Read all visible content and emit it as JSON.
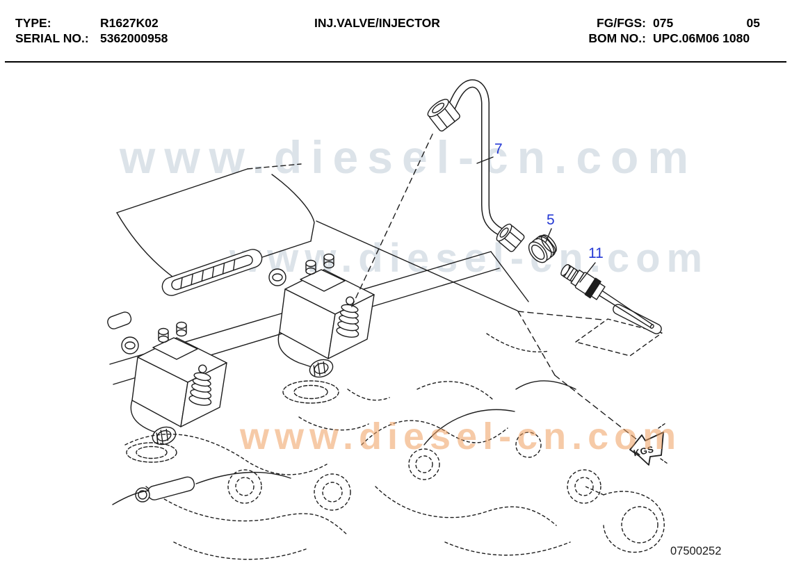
{
  "header": {
    "type_label": "TYPE:",
    "type_value": "R1627K02",
    "serial_label": "SERIAL NO.:",
    "serial_value": "5362000958",
    "title": "INJ.VALVE/INJECTOR",
    "fg_label": "FG/FGS:",
    "fg_value": "075",
    "fg_page": "05",
    "bom_label": "BOM NO.:",
    "bom_value": "UPC.06M06 1080"
  },
  "diagram": {
    "callouts": [
      {
        "label": "7"
      },
      {
        "label": "5"
      },
      {
        "label": "11"
      }
    ],
    "kgs_tag": "KGS",
    "drawing_number": "07500252",
    "watermark_text": "www.diesel-cn.com"
  },
  "colors": {
    "callout-blue": "#2337d4",
    "watermark-gray": "#dce3e9",
    "watermark-orange": "#ef9f60",
    "line-black": "#1c1c1c"
  }
}
